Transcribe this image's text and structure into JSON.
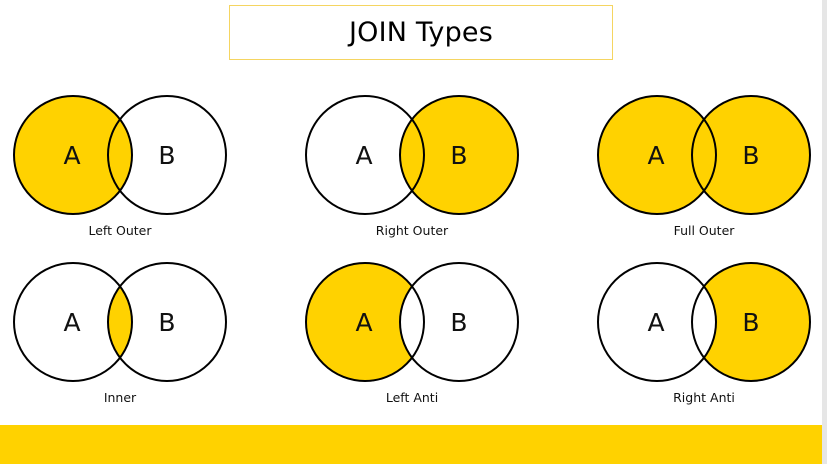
{
  "title": "JOIN Types",
  "colors": {
    "highlight": "#ffd200",
    "title_border": "#f5d561",
    "outline": "#000000"
  },
  "set_labels": {
    "a": "A",
    "b": "B"
  },
  "diagrams": [
    {
      "id": "left-outer",
      "label": "Left Outer",
      "shaded": [
        "a_only",
        "both"
      ]
    },
    {
      "id": "right-outer",
      "label": "Right Outer",
      "shaded": [
        "both",
        "b_only"
      ]
    },
    {
      "id": "full-outer",
      "label": "Full Outer",
      "shaded": [
        "a_only",
        "both",
        "b_only"
      ]
    },
    {
      "id": "inner",
      "label": "Inner",
      "shaded": [
        "both"
      ]
    },
    {
      "id": "left-anti",
      "label": "Left Anti",
      "shaded": [
        "a_only"
      ]
    },
    {
      "id": "right-anti",
      "label": "Right Anti",
      "shaded": [
        "b_only"
      ]
    }
  ]
}
